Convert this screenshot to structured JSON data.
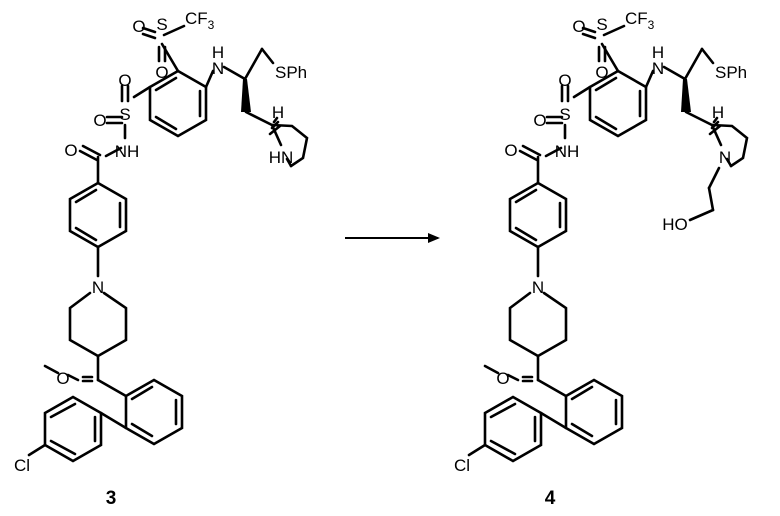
{
  "atoms": {
    "S": "S",
    "O": "O",
    "CF3_main": "CF",
    "CF3_sub": "3",
    "H": "H",
    "N": "N",
    "NH": "NH",
    "HN": "HN",
    "SPh": "SPh",
    "Cl": "Cl",
    "HO": "HO"
  },
  "compounds": {
    "left_label": "3",
    "right_label": "4"
  }
}
